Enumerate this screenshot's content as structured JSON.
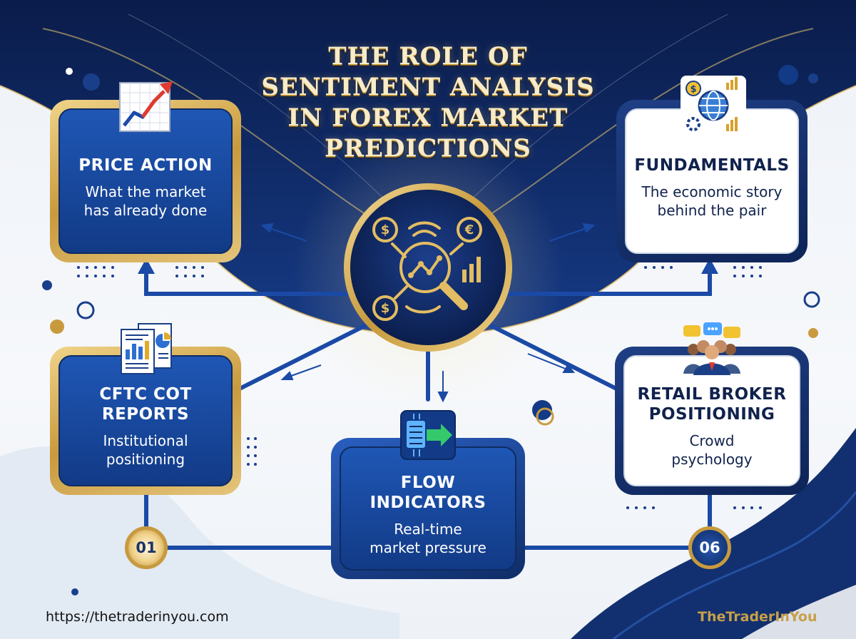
{
  "title": {
    "lines": [
      "THE ROLE OF",
      "SENTIMENT ANALYSIS",
      "IN FOREX MARKET",
      "PREDICTIONS"
    ]
  },
  "cards": {
    "price_action": {
      "title": "PRICE ACTION",
      "desc1": "What the market",
      "desc2": "has already done"
    },
    "fundamentals": {
      "title": "FUNDAMENTALS",
      "desc1": "The economic story",
      "desc2": "behind the pair"
    },
    "cftc": {
      "title1": "CFTC COT",
      "title2": "REPORTS",
      "desc1": "Institutional",
      "desc2": "positioning"
    },
    "flow": {
      "title1": "FLOW",
      "title2": "INDICATORS",
      "desc1": "Real-time",
      "desc2": "market pressure"
    },
    "retail": {
      "title1": "RETAIL BROKER",
      "title2": "POSITIONING",
      "desc1": "Crowd",
      "desc2": "psychology"
    }
  },
  "badges": {
    "first": "01",
    "last": "06"
  },
  "footer": {
    "url": "https://thetraderinyou.com",
    "brand": "TheTraderInYou"
  },
  "colors": {
    "navy": "#0e2457",
    "blue": "#1f57b5",
    "gold": "#c99a3d",
    "white": "#ffffff"
  },
  "icons": {
    "price_action": "chart-up-arrow-icon",
    "fundamentals": "globe-economy-icon",
    "cftc": "report-documents-icon",
    "flow": "circuit-flow-icon",
    "retail": "crowd-chat-icon",
    "center": "magnifier-currency-icon"
  }
}
